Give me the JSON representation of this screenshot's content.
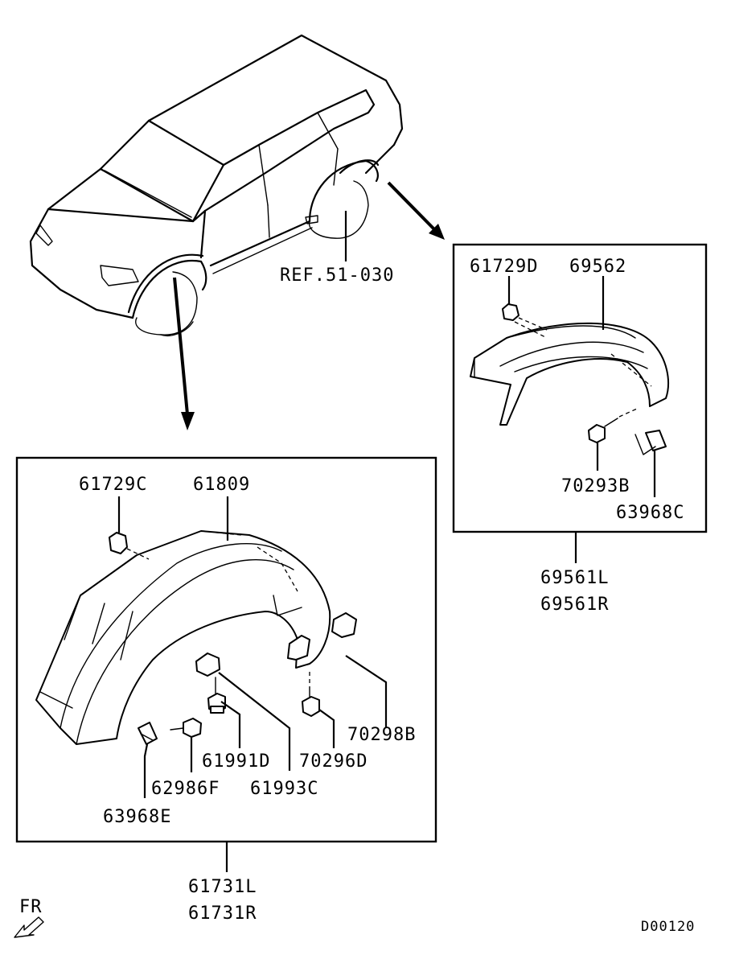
{
  "labels": {
    "ref": "REF.51-030",
    "rear_fender_clip_top": "61729D",
    "rear_fender_molding": "69562",
    "rear_screw": "70293B",
    "rear_clip": "63968C",
    "rear_assy_l": "69561L",
    "rear_assy_r": "69561R",
    "front_clip_top": "61729C",
    "front_fender_molding": "61809",
    "front_nut_right": "70298B",
    "front_screw_a": "61991D",
    "front_screw_b": "70296D",
    "front_bolt": "62986F",
    "front_nut_mid": "61993C",
    "front_clip": "63968E",
    "front_assy_l": "61731L",
    "front_assy_r": "61731R",
    "fr": "FR",
    "diagram_code": "D00120"
  }
}
